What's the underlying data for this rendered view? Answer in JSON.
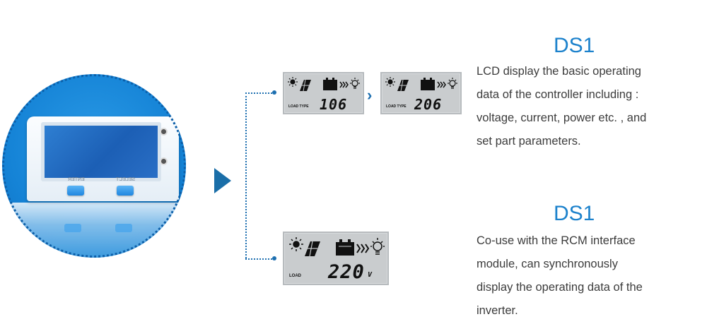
{
  "device": {
    "left_button_label": "ENTER",
    "right_button_label": "SELECT"
  },
  "panels": [
    {
      "label": "LOAD TYPE",
      "value": "106"
    },
    {
      "label": "LOAD TYPE",
      "value": "206"
    },
    {
      "label": "LOAD",
      "value": "220",
      "unit": "V"
    }
  ],
  "sections": [
    {
      "title": "DS1",
      "lines": [
        "LCD display the basic operating",
        "data of the controller including :",
        "voltage, current, power etc. , and",
        "set part parameters."
      ]
    },
    {
      "title": "DS1",
      "lines": [
        "Co-use with the RCM interface",
        "module, can synchronously",
        "display the operating data of the",
        "inverter."
      ]
    }
  ],
  "colors": {
    "accent": "#1d82cc",
    "text": "#3c3c3c",
    "lcd_bg": "#c9ccce"
  }
}
